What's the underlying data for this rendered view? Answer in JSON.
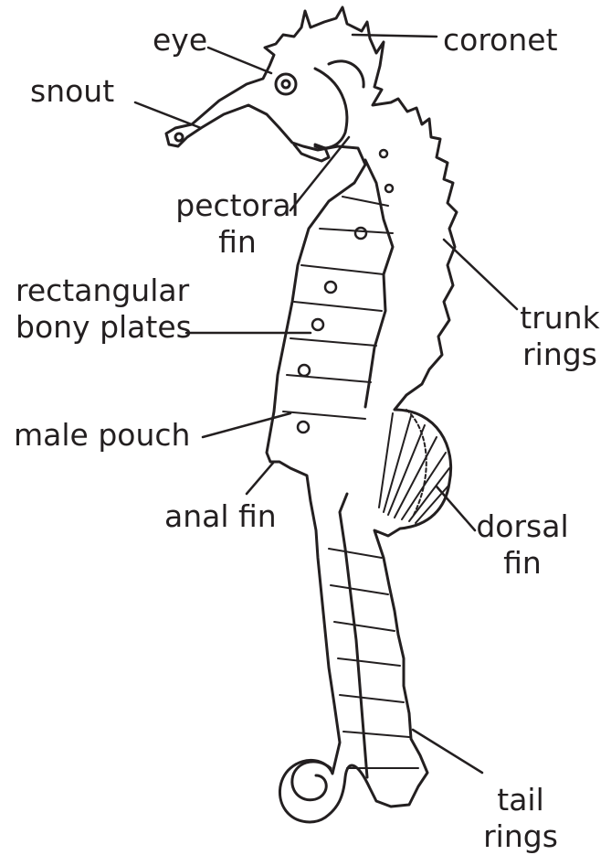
{
  "colors": {
    "ink": "#231f20",
    "background": "#ffffff"
  },
  "labels": {
    "eye": "eye",
    "coronet": "coronet",
    "snout": "snout",
    "pectoral_fin": [
      "pectoral",
      "fin"
    ],
    "rectangular_bony_plates": [
      "rectangular",
      "bony plates"
    ],
    "trunk_rings": [
      "trunk",
      "rings"
    ],
    "male_pouch": "male pouch",
    "anal_fin": "anal fin",
    "dorsal_fin": [
      "dorsal",
      "fin"
    ],
    "tail_rings": [
      "tail",
      "rings"
    ]
  }
}
